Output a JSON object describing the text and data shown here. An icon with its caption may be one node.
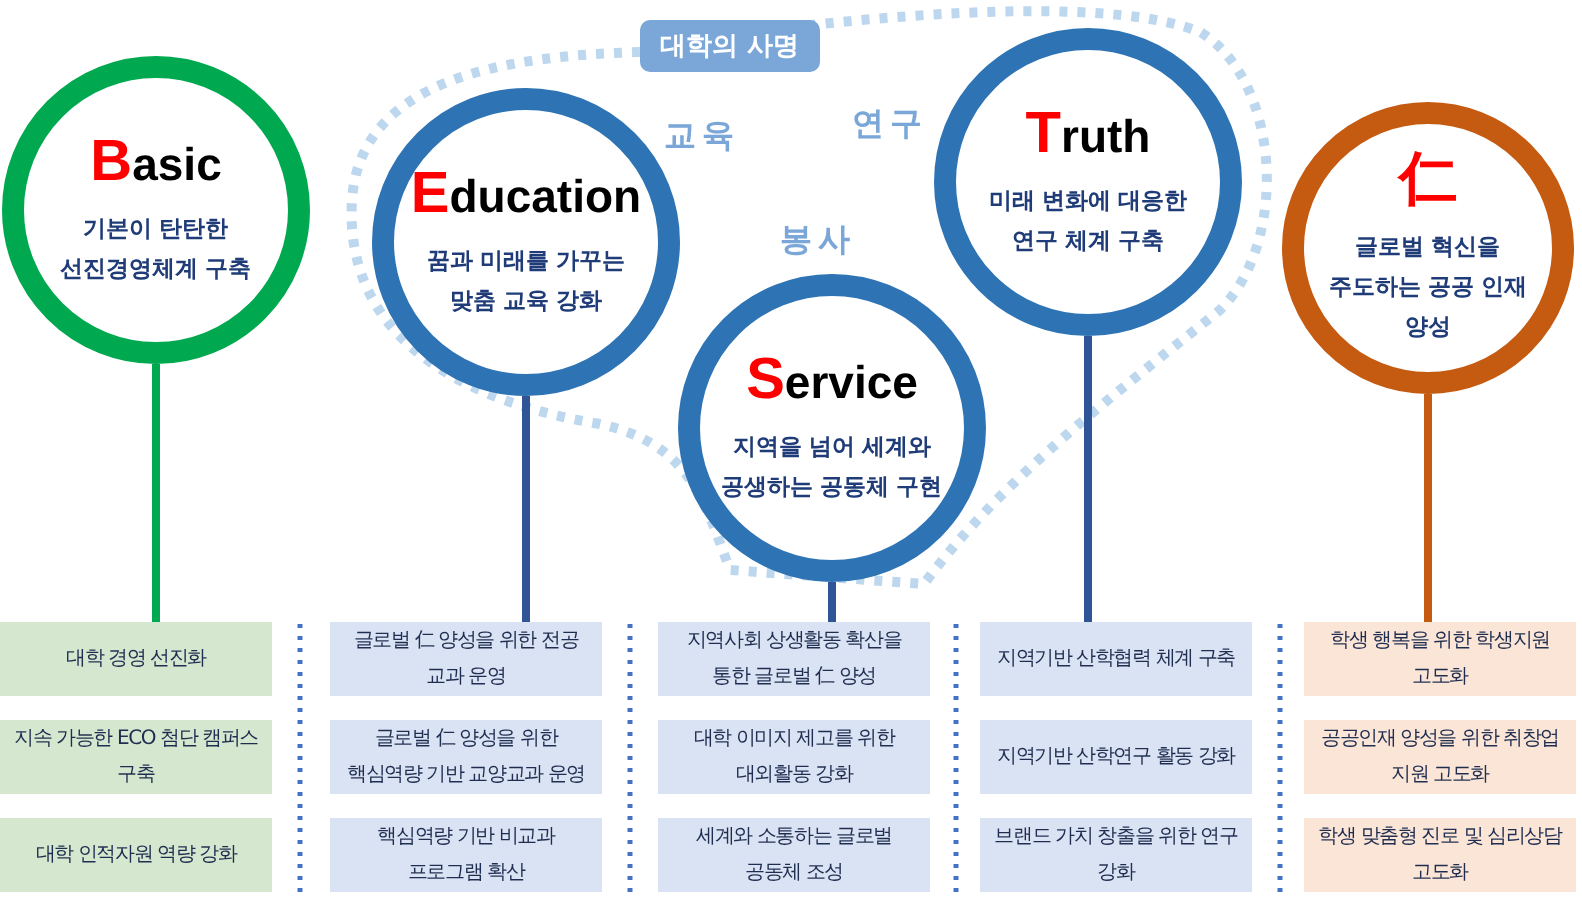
{
  "diagram": {
    "nodes": [
      {
        "text": [
          "Basic",
          "기본이 탄탄한 선진경영체계 구축"
        ]
      },
      {
        "text": [
          "Education",
          "꿈과 미래를 가꾸는 맞춤 교육 강화"
        ]
      },
      {
        "text": [
          "Service",
          "지역을 넘어 세계와 공생하는 공동체 구현"
        ]
      },
      {
        "text": [
          "Truth",
          "미래 변화에 대응한 연구 체계 구축"
        ]
      },
      {
        "text": [
          "仁",
          "글로벌 혁신을 주도하는 공공 인재 양성"
        ]
      },
      {
        "text": [
          "대학 경영 선진화"
        ]
      },
      {
        "text": [
          "지속 가능한 ECO 첨단 캠퍼스 구축"
        ]
      },
      {
        "text": [
          "대학 인적자원 역량 강화"
        ]
      },
      {
        "text": [
          "글로벌 仁 양성을 위한 전공 교과 운영"
        ]
      },
      {
        "text": [
          "글로벌 仁 양성을 위한 핵심역량 기반 교양교과 운영"
        ]
      },
      {
        "text": [
          "핵심역량 기반 비교과 프로그램 확산"
        ]
      },
      {
        "text": [
          "지역사회 상생활동 확산을 통한 글로벌 仁 양성"
        ]
      },
      {
        "text": [
          "대학 이미지 제고를 위한 대외활동 강화"
        ]
      },
      {
        "text": [
          "세계와 소통하는 글로벌 공동체 조성"
        ]
      },
      {
        "text": [
          "지역기반 산학협력 체계 구축"
        ]
      },
      {
        "text": [
          "지역기반 산학연구 활동 강화"
        ]
      },
      {
        "text": [
          "브랜드 가치 창출을 위한 연구 강화"
        ]
      },
      {
        "text": [
          "학생 행복을 위한 학생지원 고도화"
        ]
      },
      {
        "text": [
          "공공인재 양성을 위한 취창업 지원 고도화"
        ]
      },
      {
        "text": [
          "학생 맞춤형 진로 및 심리상담 고도화"
        ]
      }
    ],
    "edges": [
      {
        "from": 0,
        "to": 5,
        "arrow": "none",
        "color": "#00a84f"
      },
      {
        "from": 1,
        "to": 8,
        "arrow": "none"
      },
      {
        "from": 2,
        "to": 11,
        "arrow": "none"
      },
      {
        "from": 3,
        "to": 14,
        "arrow": "none"
      },
      {
        "from": 4,
        "to": 17,
        "arrow": "none",
        "color": "#c55a11"
      }
    ],
    "labels": [
      "대학의 사명",
      "교육",
      "연구",
      "봉사"
    ]
  }
}
